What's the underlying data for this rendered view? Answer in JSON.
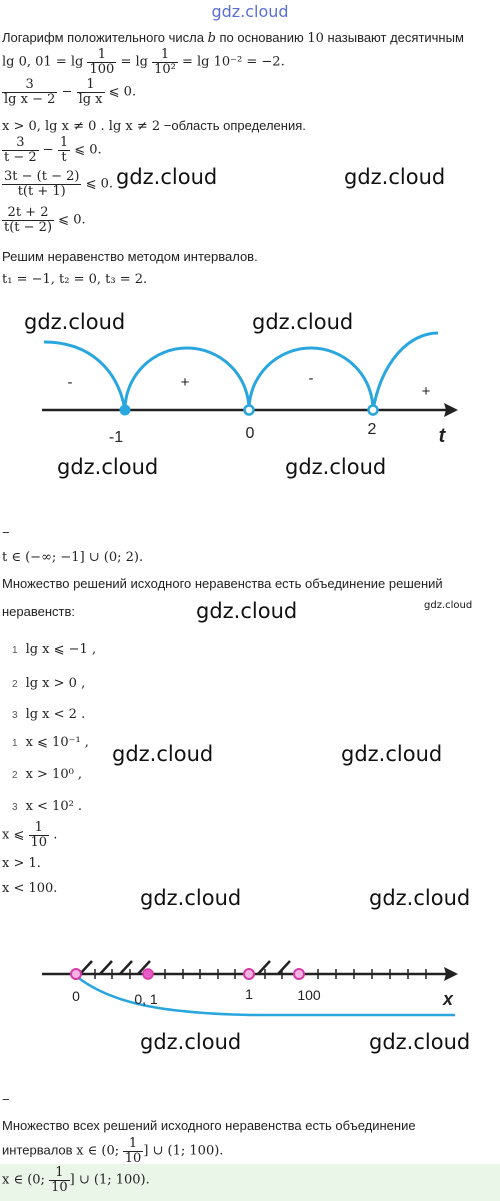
{
  "site_logo": "gdz.cloud",
  "watermark": "gdz.cloud",
  "intro": {
    "text_before": "Логарифм положительного числа ",
    "b": "b",
    "text_mid": " по основанию ",
    "ten": "10",
    "text_after": " называют десятичным"
  },
  "lg_line": {
    "a": "lg 0, 01 = lg",
    "f1n": "1",
    "f1d": "100",
    "b": "= lg",
    "f2n": "1",
    "f2d": "10²",
    "c": "= lg 10⁻² = −2."
  },
  "ineq1": {
    "f1n": "3",
    "f1d": "lg x − 2",
    "mid": "−",
    "f2n": "1",
    "f2d": "lg x",
    "rest": "⩽ 0."
  },
  "domain_line": {
    "math": "x  >  0, lg x ≠ 0 . lg x ≠ 2",
    "text": " −область определения."
  },
  "ineq2": {
    "f1n": "3",
    "f1d": "t − 2",
    "mid": "−",
    "f2n": "1",
    "f2d": "t",
    "rest": "⩽ 0."
  },
  "ineq3": {
    "fn": "3t − (t − 2)",
    "fd": "t(t + 1)",
    "rest": "⩽ 0."
  },
  "ineq4": {
    "fn": "2t + 2",
    "fd": "t(t − 2)",
    "rest": "⩽ 0."
  },
  "interval_method": "Решим неравенство методом интервалов.",
  "roots": "t₁ = −1, t₂ = 0, t₃ = 2.",
  "axis1": {
    "signs": [
      "-",
      "+",
      "-",
      "+"
    ],
    "ticks": [
      "-1",
      "0",
      "2"
    ],
    "var": "t"
  },
  "dash1": "−",
  "t_solution": "t ∈ (−∞; −1] ∪ (0; 2).",
  "union_text_1": "Множество решений исходного неравенства есть объединение решений",
  "union_text_2": "неравенств:",
  "list1": [
    {
      "n": "1",
      "expr": "lg x ⩽ −1 ,"
    },
    {
      "n": "2",
      "expr": "lg x > 0 ,"
    },
    {
      "n": "3",
      "expr": "lg x < 2 ."
    }
  ],
  "list2": [
    {
      "n": "1",
      "expr": "x ⩽ 10⁻¹ ,"
    },
    {
      "n": "2",
      "expr": "x > 10⁰ ,"
    },
    {
      "n": "3",
      "expr": "x < 10² ."
    }
  ],
  "x_le": {
    "a": "x ⩽",
    "fn": "1",
    "fd": "10",
    "b": "."
  },
  "x_gt": "x > 1.",
  "x_lt": "x < 100.",
  "axis2": {
    "ticks": [
      "0",
      "0, 1",
      "1",
      "100"
    ],
    "var": "x"
  },
  "dash2": "−",
  "final_text": {
    "line1": "Множество всех решений исходного неравенства есть объединение",
    "line2_text": "интервалов ",
    "math_a": "x ∈ (0;",
    "fn": "1",
    "fd": "10",
    "math_b": "] ∪ (1; 100)."
  },
  "answer": {
    "a": "x ∈ (0;",
    "fn": "1",
    "fd": "10",
    "b": "] ∪ (1; 100)."
  }
}
